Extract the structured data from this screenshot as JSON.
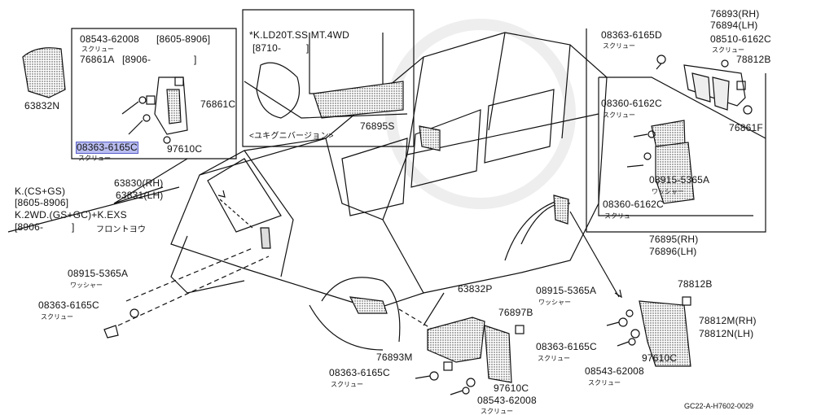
{
  "diagram": {
    "footer_code": "GC22-A-H7602-0029",
    "top_left_box": {
      "part_screw_top": "08543-62008",
      "date_range_1": "[8605-8906]",
      "screw_jp_1": "スクリュー",
      "part_76861A": "76861A",
      "date_range_2": "[8906-",
      "bracket_close": "]",
      "part_76861C": "76861C",
      "part_highlight": "08363-6165C",
      "screw_jp_2": "スクリュー",
      "part_97610C": "97610C"
    },
    "left_parts": {
      "part_63832N": "63832N",
      "part_63830": "63830(RH)",
      "part_63831": "63831(LH)",
      "cond_1": "K.(CS+GS)",
      "cond_2": "[8605-8906]",
      "cond_3": "K.2WD.(GS+GC)+K.EXS",
      "cond_4": "[8906-",
      "cond_4_close": "]",
      "front_jp": "フロントヨウ"
    },
    "top_center_box": {
      "title": "*K.LD20T.SS.MT.4WD",
      "date": "[8710-",
      "date_close": "]",
      "part_76895S": "76895S",
      "caption_jp": "<ユキグニバージョン>"
    },
    "right_box": {
      "part_08363_6165D": "08363-6165D",
      "screw_jp_1": "スクリュー",
      "part_76893": "76893(RH)",
      "part_76894": "76894(LH)",
      "part_08510": "08510-6162C",
      "screw_jp_2": "スクリュー",
      "part_78812B": "78812B",
      "part_08360_a": "08360-6162C",
      "screw_jp_3": "スクリュー",
      "part_08915": "08915-5365A",
      "washer_jp": "ワッシャー",
      "part_08360_b": "08360-6162C",
      "screw_jp_4": "スクリュー",
      "part_76861F": "76861F",
      "part_76895": "76895(RH)",
      "part_76896": "76896(LH)"
    },
    "bottom_left": {
      "part_08915": "08915-5365A",
      "washer_jp": "ワッシャー",
      "part_08363": "08363-6165C",
      "screw_jp": "スクリュー"
    },
    "bottom_center": {
      "part_63832P": "63832P",
      "part_08915": "08915-5365A",
      "washer_jp": "ワッシャー",
      "part_76897B": "76897B",
      "part_76893M": "76893M",
      "part_08363": "08363-6165C",
      "screw_jp_1": "スクリュー",
      "part_97610C": "97610C",
      "part_08543": "08543-62008",
      "screw_jp_2": "スクリュー"
    },
    "bottom_right": {
      "part_78812B": "78812B",
      "part_78812M": "78812M(RH)",
      "part_78812N": "78812N(LH)",
      "part_08363": "08363-6165C",
      "screw_jp_1": "スクリュー",
      "part_97610C": "97610C",
      "part_08543": "08543-62008",
      "screw_jp_2": "スクリュー"
    }
  }
}
